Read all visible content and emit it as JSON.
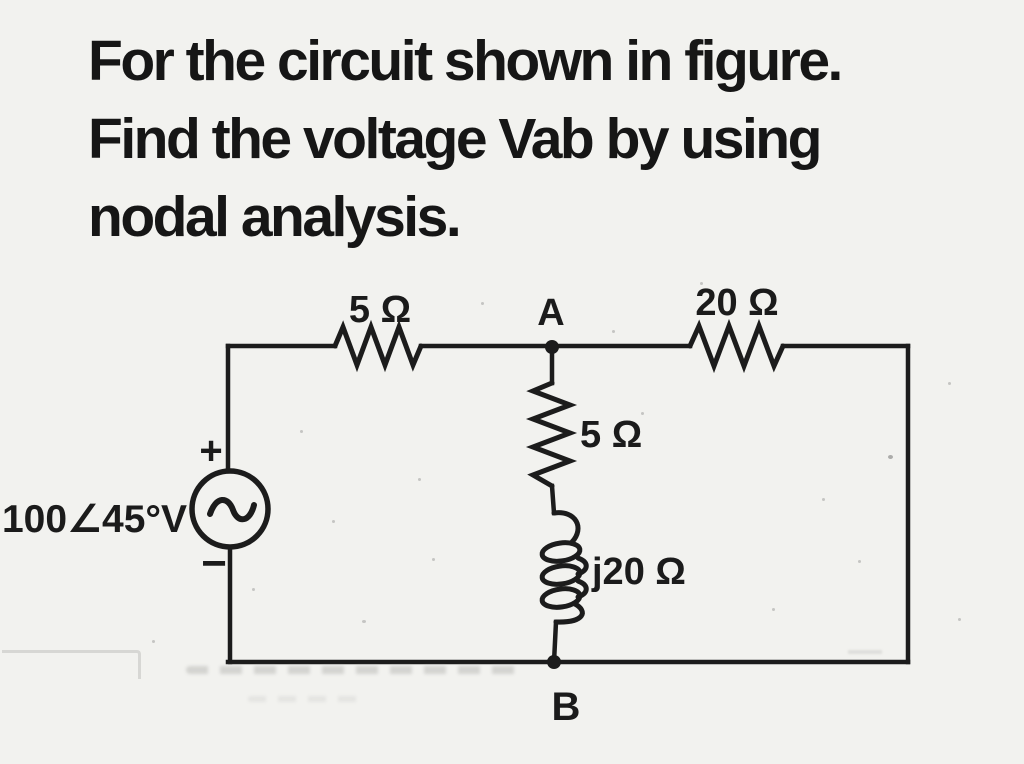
{
  "problem": {
    "line1": "For the circuit shown in figure.",
    "line2": "Find the voltage Vab by using",
    "line3": "nodal analysis."
  },
  "circuit": {
    "source": {
      "type": "ac-voltage-source",
      "label": "100∠45°V",
      "plus_sign": "+",
      "minus_sign": "−"
    },
    "resistor_top_left": {
      "type": "resistor",
      "label": "5 Ω"
    },
    "resistor_top_right": {
      "type": "resistor",
      "label": "20 Ω"
    },
    "resistor_middle": {
      "type": "resistor",
      "label": "5 Ω"
    },
    "inductor_middle": {
      "type": "inductor",
      "label": "j20 Ω"
    },
    "node_a": {
      "label": "A"
    },
    "node_b": {
      "label": "B"
    }
  },
  "colors": {
    "ink": "#1c1c1c",
    "background": "#f2f2ef"
  }
}
